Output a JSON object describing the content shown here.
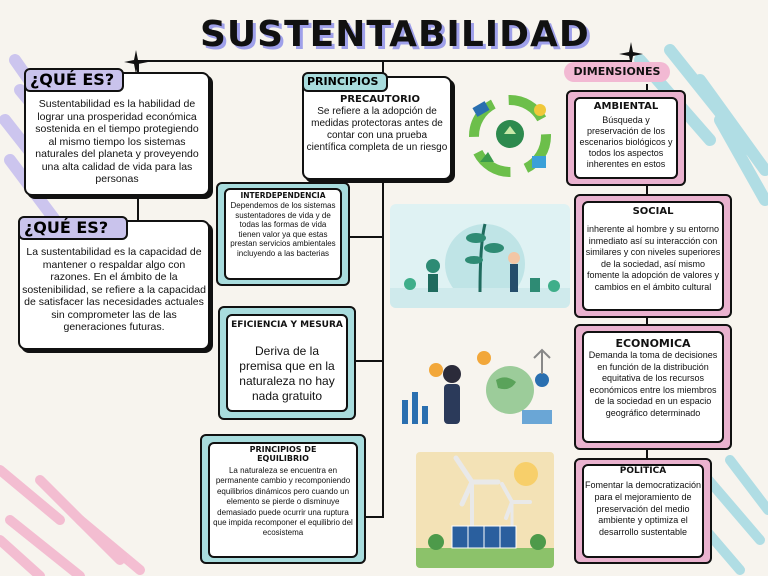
{
  "title": "SUSTENTABILIDAD",
  "left": {
    "q1_label": "¿QUÉ ES?",
    "q1_text": "Sustentabilidad es la habilidad de lograr una prosperidad económica sostenida en el tiempo protegiendo al mismo tiempo los sistemas naturales del planeta y proveyendo una alta calidad de vida para las personas",
    "q2_label": "¿QUÉ ES?",
    "q2_text": "La sustentabilidad es la capacidad de mantener o respaldar algo con razones. En el ámbito de la sostenibilidad, se refiere a la capacidad de satisfacer las necesidades actuales sin comprometer las de las generaciones futuras."
  },
  "principios": {
    "label": "PRINCIPIOS",
    "precautorio_title": "PRECAUTORIO",
    "precautorio_text": "Se refiere a la adopción de medidas protectoras antes de contar con una prueba científica completa de un riesgo",
    "interdependencia_title": "INTERDEPENDENCIA",
    "interdependencia_text": "Dependemos de los sistemas sustentadores de vida y de todas las formas de vida tienen valor ya que estas prestan servicios ambientales incluyendo a las bacterias",
    "eficiencia_title": "EFICIENCIA Y MESURA",
    "eficiencia_text": "Deriva de la premisa que en la naturaleza no hay nada gratuito",
    "equilibrio_title": "PRINCIPIOS DE EQUILIBRIO",
    "equilibrio_text": "La naturaleza se encuentra en permanente cambio y recomponiendo equilibrios dinámicos pero cuando un elemento se pierde o disminuye demasiado puede ocurrir una ruptura que impida recomponer el equilibrio del ecosistema"
  },
  "dimensiones": {
    "label": "DIMENSIONES",
    "ambiental_title": "AMBIENTAL",
    "ambiental_text": "Búsqueda y preservación de los escenarios biológicos y todos los aspectos inherentes en estos",
    "social_title": "SOCIAL",
    "social_text": "inherente al hombre y su entorno inmediato así su interacción con similares y con niveles superiores de la sociedad, así mismo fomente la adopción de valores y cambios en el ámbito cultural",
    "economica_title": "ECONOMICA",
    "economica_text": "Demanda la toma de decisiones en función de la distribución equitativa de los recursos económicos entre los miembros de la sociedad en un espacio geográfico determinado",
    "politica_title": "POLITICA",
    "politica_text": "Fomentar la democratización  para el mejoramiento de preservación del medio ambiente y optimiza el desarrollo sustentable"
  },
  "colors": {
    "teal": "#a8dcdd",
    "pink": "#eab2cf",
    "lavender": "#c9c3ec",
    "background": "#f7f4ee"
  },
  "icons": [
    "sparkle-icon",
    "recycle-illustration",
    "plants-illustration",
    "business-illustration",
    "wind-turbine-illustration"
  ]
}
